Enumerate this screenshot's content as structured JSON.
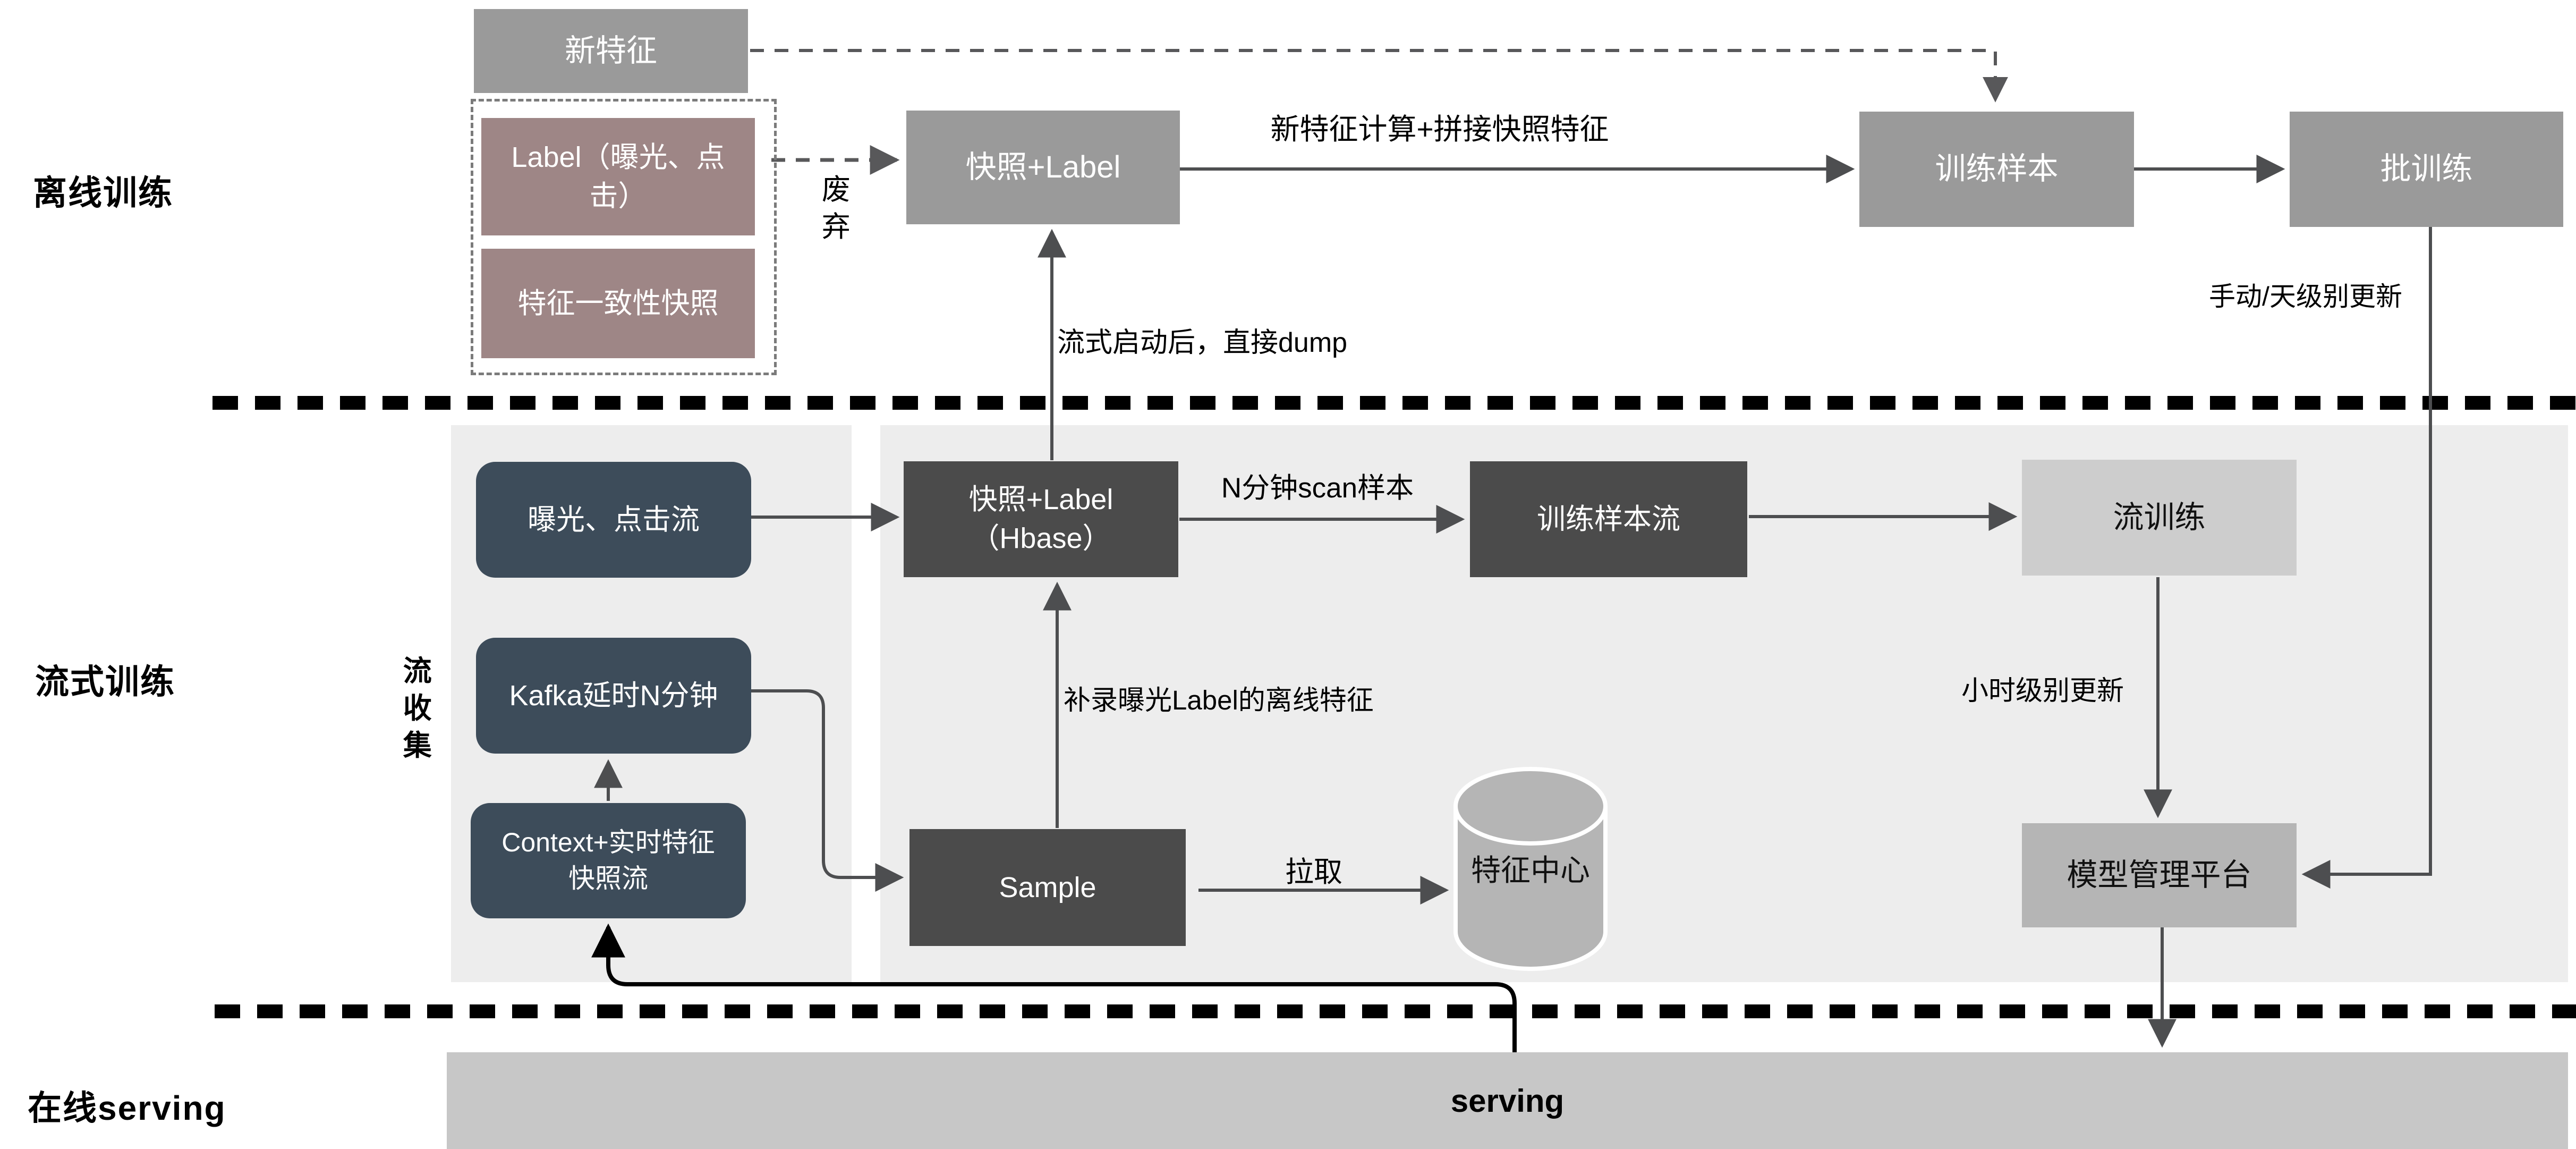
{
  "sections": {
    "offline": {
      "label": "离线训练"
    },
    "streaming": {
      "label": "流式训练",
      "collector": "流收集"
    },
    "online": {
      "label": "在线serving"
    }
  },
  "nodes": {
    "new_feature": "新特征",
    "label_exposure_click": "Label（曝光、点\n击）",
    "feature_consistency_snapshot": "特征一致性快照",
    "snapshot_label": "快照+Label",
    "training_samples": "训练样本",
    "batch_training": "批训练",
    "exposure_click_stream": "曝光、点击流",
    "kafka_delay_n_min": "Kafka延时N分钟",
    "context_realtime_snapshot_stream": "Context+实时特征\n快照流",
    "snapshot_label_hbase": "快照+Label\n（Hbase）",
    "training_sample_stream": "训练样本流",
    "sample": "Sample",
    "stream_training": "流训练",
    "model_management_platform": "模型管理平台",
    "feature_center": "特征中心",
    "serving": "serving"
  },
  "edge_labels": {
    "discard": "废弃",
    "new_feature_concat": "新特征计算+拼接快照特征",
    "manual_daily_update": "手动/天级别更新",
    "dump_after_stream_start": "流式启动后，直接dump",
    "n_min_scan_sample": "N分钟scan样本",
    "hourly_update": "小时级别更新",
    "backfill_offline_features": "补录曝光Label的离线特征",
    "pull": "拉取"
  },
  "colors": {
    "box_gray": "#9a9a9a",
    "box_mauve": "#9e8686",
    "box_slate": "#3d4c5a",
    "box_charcoal": "#4b4b4b",
    "box_light": "#cdcdcd",
    "box_mid": "#b5b5b5",
    "serving_bg": "#c7c7c7",
    "panel_bg": "#ededed",
    "arrow": "#4d4e50",
    "text_light": "#ffffff",
    "text_dark": "#111111"
  }
}
